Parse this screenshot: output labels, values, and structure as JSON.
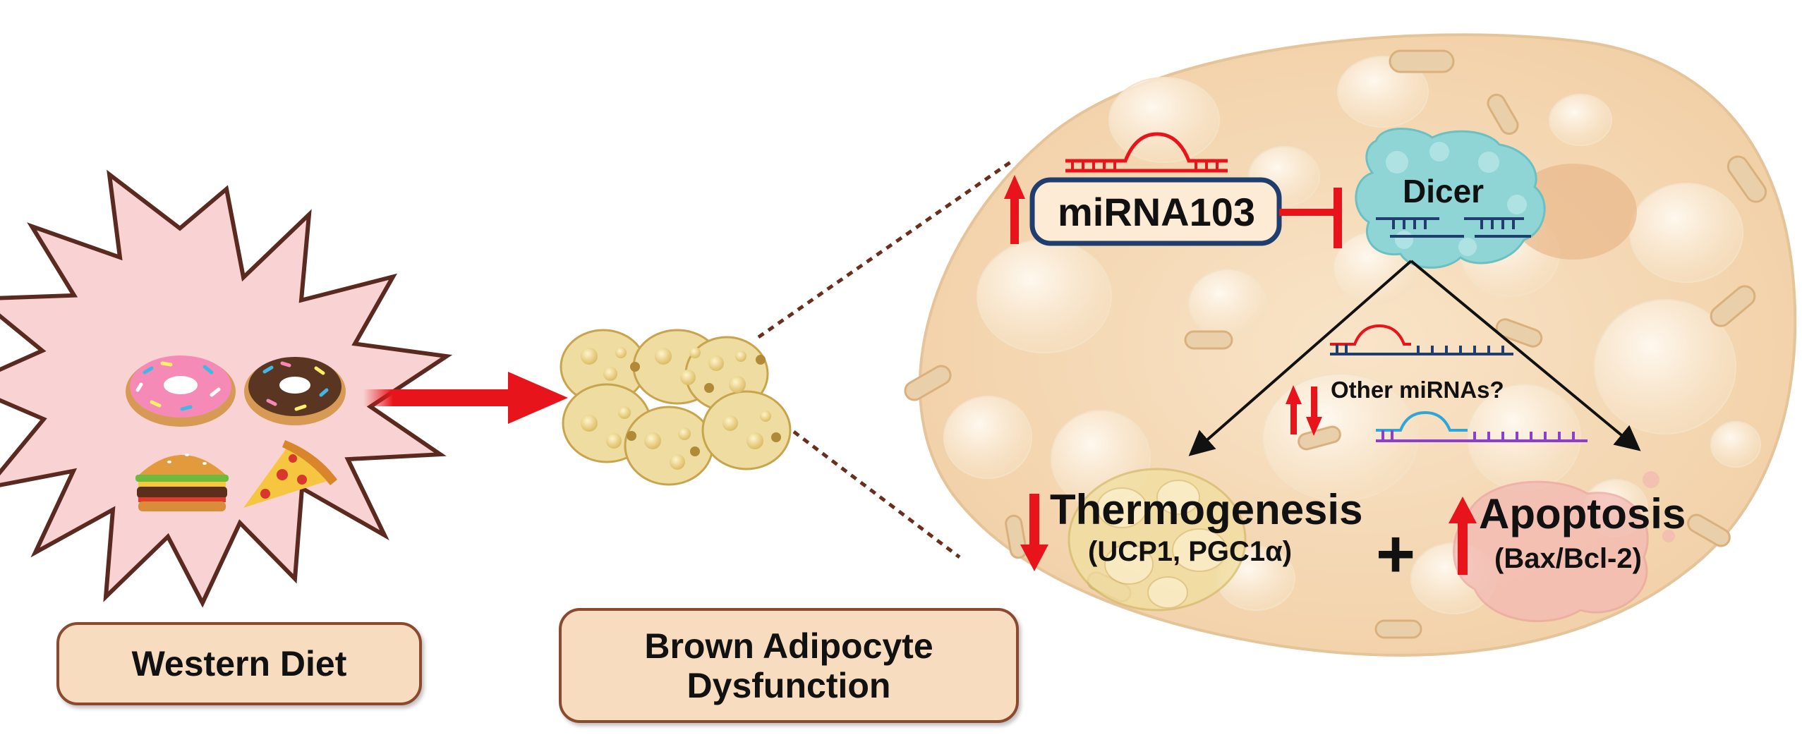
{
  "labels": {
    "western_diet": "Western Diet",
    "brown_adipocyte_line1": "Brown Adipocyte",
    "brown_adipocyte_line2": "Dysfunction"
  },
  "cell": {
    "mirna": "miRNA103",
    "dicer": "Dicer",
    "other_mirnas": "Other miRNAs?",
    "thermogenesis": "Thermogenesis",
    "thermogenesis_markers": "(UCP1, PGC1α)",
    "plus": "+",
    "apoptosis": "Apoptosis",
    "apoptosis_markers": "(Bax/Bcl-2)"
  },
  "colors": {
    "arrow_red": "#e8141c",
    "label_fill": "#f8dcc0",
    "label_border": "#8b4a2f",
    "cell_fill": "#f6dcba",
    "burst_fill": "#f9d3d3",
    "burst_stroke": "#5a2a20",
    "dicer": "#8fd5d6",
    "mirna_box_border": "#1f3e6e"
  },
  "icons": [
    "donut-pink-icon",
    "donut-chocolate-icon",
    "burger-icon",
    "pizza-slice-icon",
    "adipocyte-cluster-icon",
    "dicer-enzyme-icon",
    "mirna-hairpin-icon",
    "mitochondria-icon",
    "up-arrow-icon",
    "down-arrow-icon",
    "inhibition-icon"
  ]
}
